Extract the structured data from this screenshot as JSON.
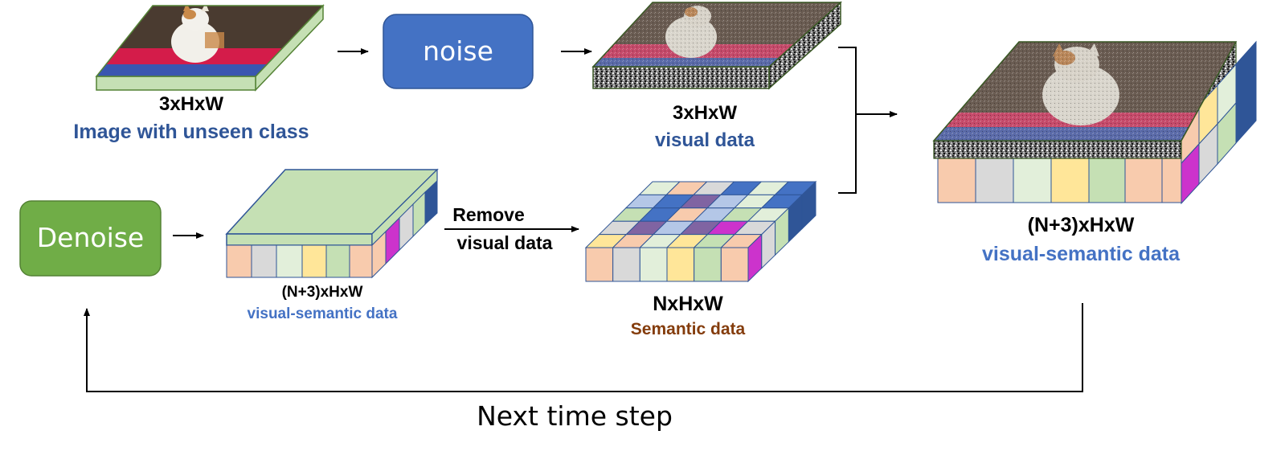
{
  "boxes": {
    "noise_label": "noise",
    "denoise_label": "Denoise"
  },
  "labels": {
    "input_dims": "3xHxW",
    "input_caption": "Image with unseen class",
    "noisy_dims": "3xHxW",
    "noisy_caption": "visual data",
    "vs_small_dims": "(N+3)xHxW",
    "vs_small_caption": "visual-semantic data",
    "remove_line1": "Remove",
    "remove_line2": "visual data",
    "semantic_dims": "NxHxW",
    "semantic_caption": "Semantic data",
    "vs_big_dims": "(N+3)xHxW",
    "vs_big_caption": "visual-semantic data",
    "next_step": "Next time step"
  },
  "colors": {
    "noise_box": "#4472c4",
    "denoise_box": "#70ad47",
    "caption_blue": "#2f5597",
    "caption_light_blue": "#4472c4",
    "caption_brown": "#843c0c",
    "channel_salmon": "#f8cbad",
    "channel_gray": "#d9d9d9",
    "channel_mint": "#e2efda",
    "channel_yellow": "#ffe699",
    "channel_green": "#c5e0b4",
    "channel_magenta": "#cc33cc",
    "top_green": "#c5e0b4",
    "cat_image_bg": "#4a3b30"
  },
  "icons": {
    "cat_photo": "cat-photo-icon",
    "noisy_cat_photo": "noisy-cat-photo-icon"
  }
}
